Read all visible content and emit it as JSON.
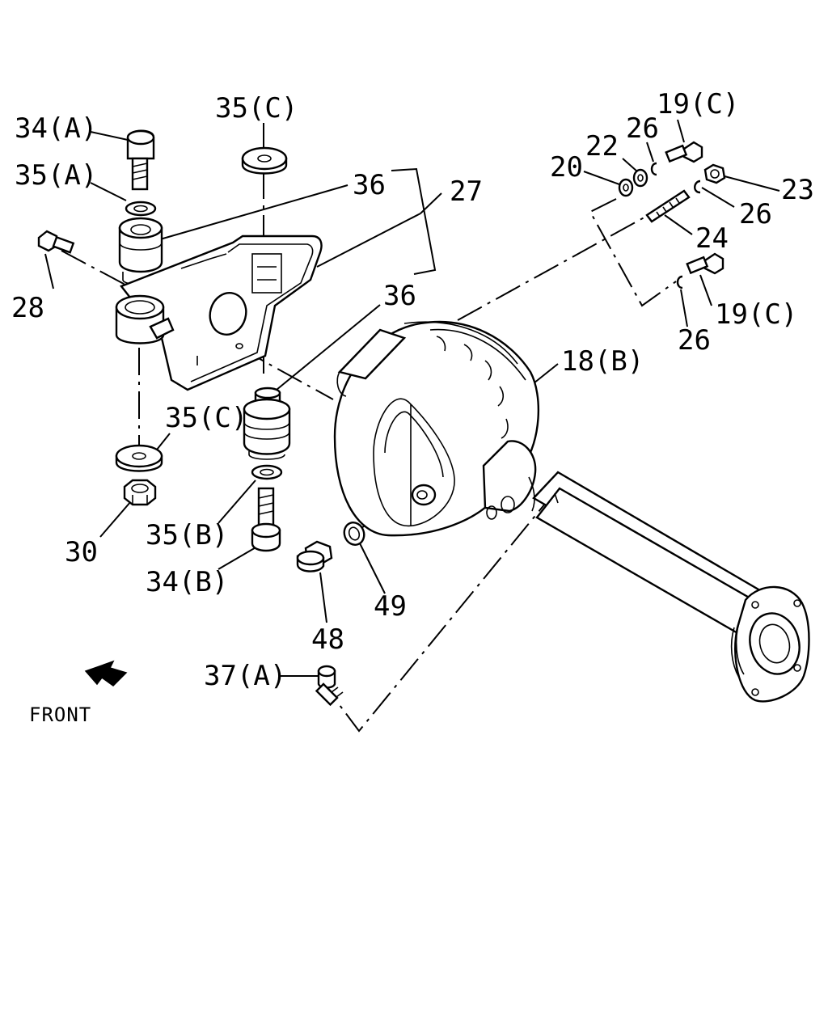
{
  "diagram": {
    "labels": {
      "l34a": "34(A)",
      "l35a": "35(A)",
      "l35c_top": "35(C)",
      "l36_top": "36",
      "l27": "27",
      "l28": "28",
      "l36_mid": "36",
      "l35c_mid": "35(C)",
      "l30": "30",
      "l35b": "35(B)",
      "l34b": "34(B)",
      "l48": "48",
      "l49": "49",
      "l37a": "37(A)",
      "l18b": "18(B)",
      "l19c_top": "19(C)",
      "l20": "20",
      "l22": "22",
      "l26_a": "26",
      "l23": "23",
      "l26_b": "26",
      "l24": "24",
      "l19c_bot": "19(C)",
      "l26_c": "26",
      "front": "FRONT"
    }
  }
}
